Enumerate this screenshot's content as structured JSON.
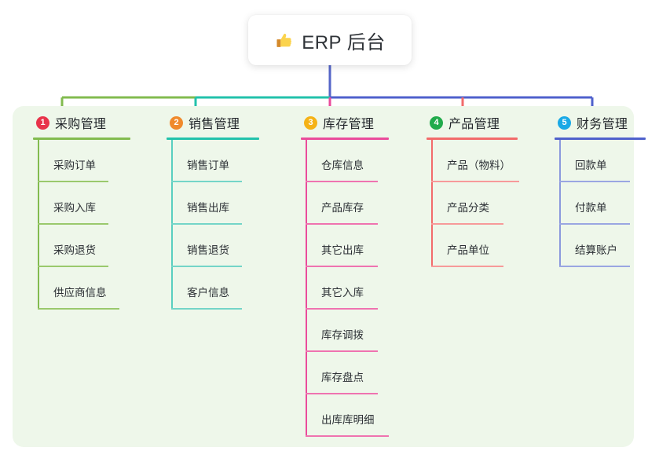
{
  "root": {
    "icon": "thumbs-up-icon",
    "title": "ERP 后台"
  },
  "theme": {
    "panel_bg": "#eef7ea",
    "page_bg": "#ffffff",
    "root_stem": "#5566c8",
    "text": "#2b2f34"
  },
  "columns": [
    {
      "number": "1",
      "title": "采购管理",
      "badge_color": "#e8334a",
      "line_color": "#82bb4f",
      "connector_color": "#82bb4f",
      "items": [
        "采购订单",
        "采购入库",
        "采购退货",
        "供应商信息"
      ]
    },
    {
      "number": "2",
      "title": "销售管理",
      "badge_color": "#f08a2c",
      "line_color": "#22c2ab",
      "connector_color": "#22c2ab",
      "items": [
        "销售订单",
        "销售出库",
        "销售退货",
        "客户信息"
      ]
    },
    {
      "number": "3",
      "title": "库存管理",
      "badge_color": "#f5b216",
      "line_color": "#ea4b9b",
      "connector_color": "#ea4b9b",
      "items": [
        "仓库信息",
        "产品库存",
        "其它出库",
        "其它入库",
        "库存调拨",
        "库存盘点",
        "出库库明细"
      ]
    },
    {
      "number": "4",
      "title": "产品管理",
      "badge_color": "#21ab4b",
      "line_color": "#f26b6b",
      "connector_color": "#f26b6b",
      "items": [
        "产品（物料）",
        "产品分类",
        "产品单位"
      ]
    },
    {
      "number": "5",
      "title": "财务管理",
      "badge_color": "#19a9e6",
      "line_color": "#4f61cc",
      "connector_color": "#4f61cc",
      "items": [
        "回款单",
        "付款单",
        "结算账户"
      ]
    }
  ]
}
